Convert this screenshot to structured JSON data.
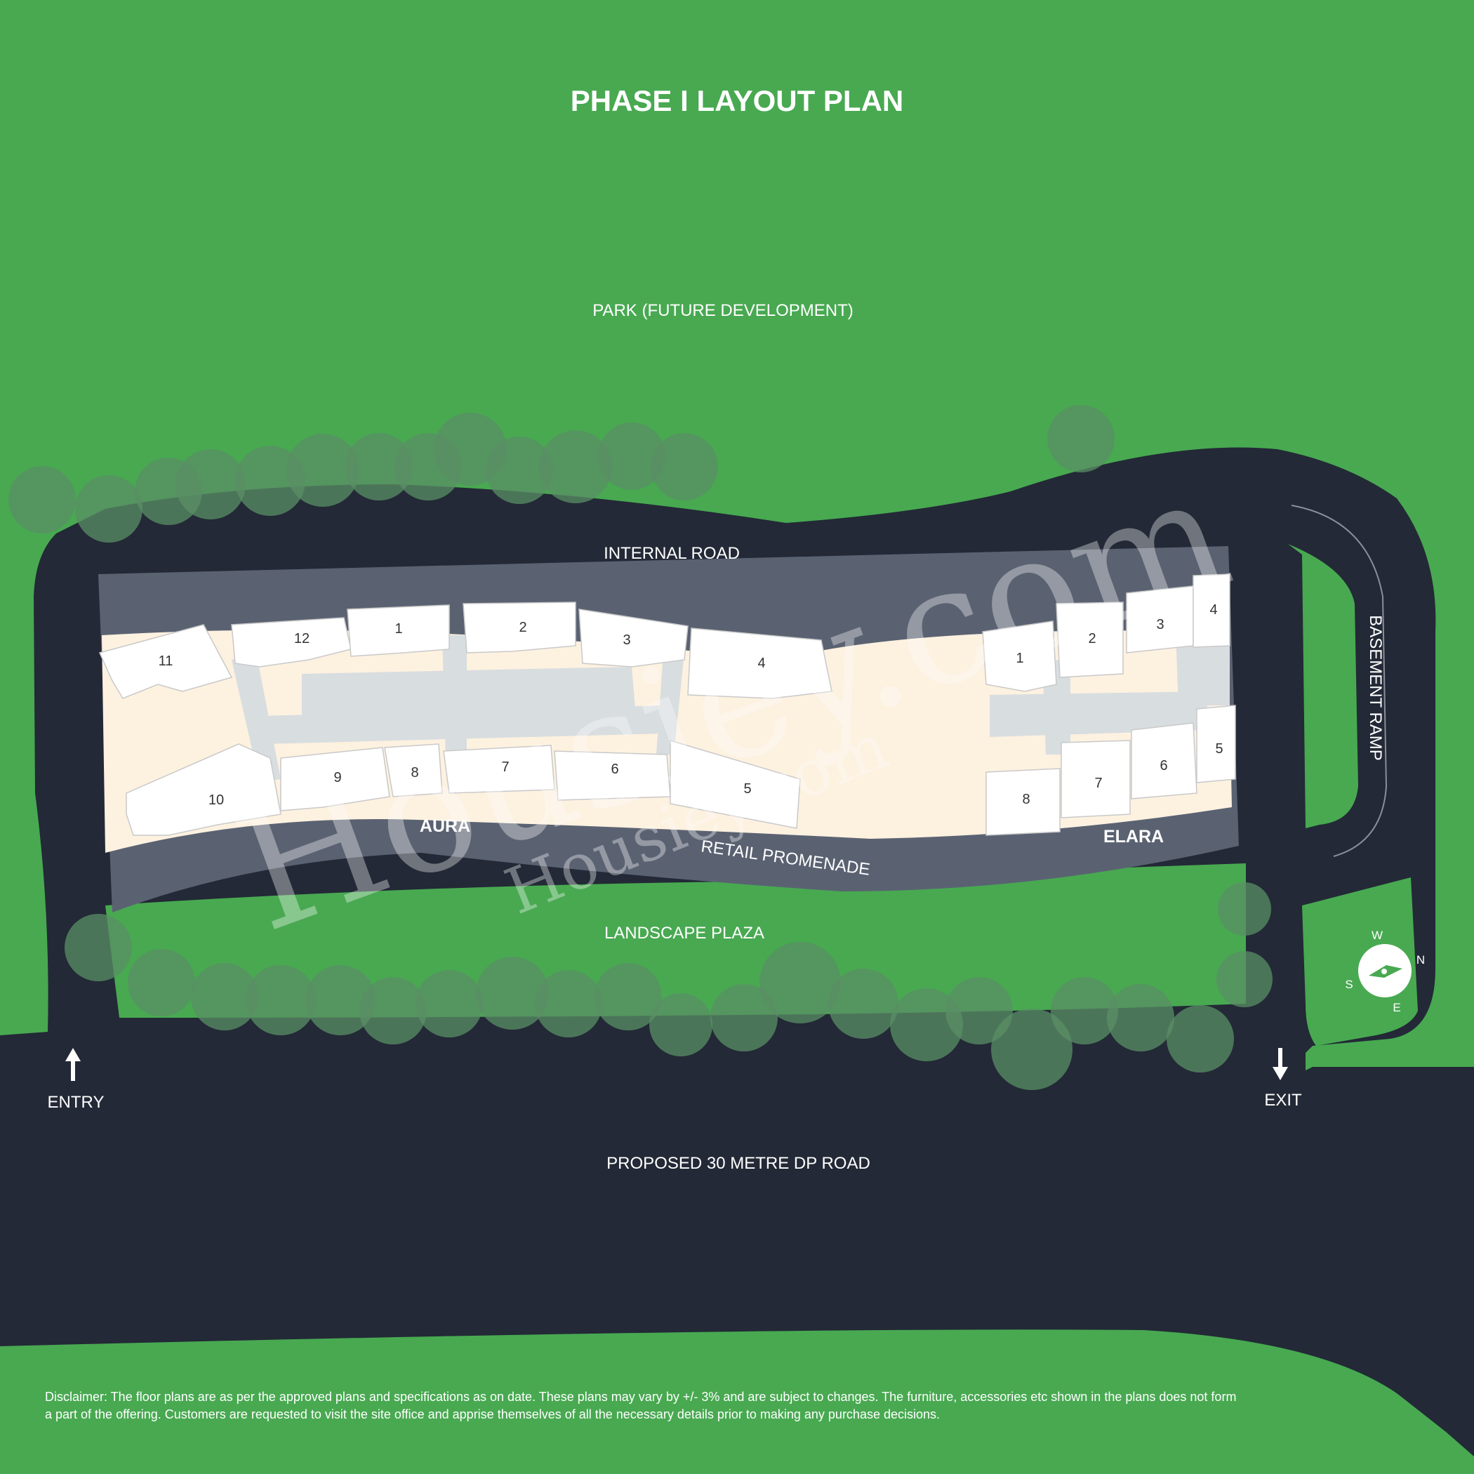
{
  "title": "PHASE I LAYOUT PLAN",
  "labels": {
    "park": "PARK (FUTURE DEVELOPMENT)",
    "internal_road": "INTERNAL ROAD",
    "basement_ramp": "BASEMENT RAMP",
    "retail_promenade": "RETAIL PROMENADE",
    "landscape_plaza": "LANDSCAPE PLAZA",
    "proposed_road": "PROPOSED 30 METRE DP ROAD",
    "entry": "ENTRY",
    "exit": "EXIT"
  },
  "towers": {
    "aura": {
      "name": "AURA",
      "units": [
        "1",
        "2",
        "3",
        "4",
        "5",
        "6",
        "7",
        "8",
        "9",
        "10",
        "11",
        "12"
      ]
    },
    "elara": {
      "name": "ELARA",
      "units": [
        "1",
        "2",
        "3",
        "4",
        "5",
        "6",
        "7",
        "8"
      ]
    }
  },
  "compass": {
    "w": "W",
    "n": "N",
    "s": "S",
    "e": "E"
  },
  "watermark": {
    "large": "Housiey.com",
    "small": "Housiey.com"
  },
  "disclaimer": "Disclaimer: The floor plans are as per the approved plans and specifications as on date. These plans may vary by +/- 3% and are subject to changes. The furniture, accessories etc shown in the plans does not form a part of the offering. Customers are requested to visit the site office and apprise themselves of all the necessary details prior to making any purchase decisions.",
  "colors": {
    "grass": "#48a951",
    "road": "#232936",
    "promenade": "#5a6272",
    "courtyard": "#fdf1e0",
    "building": "#ffffff",
    "corridor": "#d8dde0"
  }
}
